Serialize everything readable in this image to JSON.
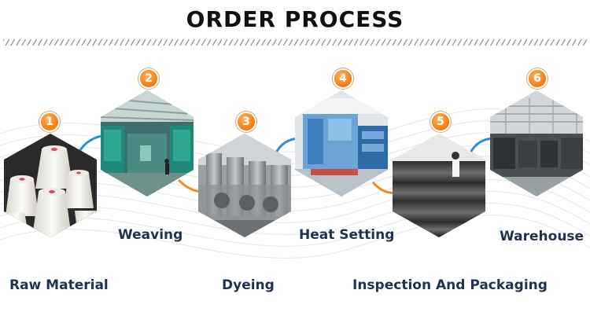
{
  "header": {
    "title": "ORDER PROCESS"
  },
  "steps": [
    {
      "number": "1",
      "label": "Raw Material",
      "image": "yarn-cones-photo"
    },
    {
      "number": "2",
      "label": "Weaving",
      "image": "weaving-machines-photo"
    },
    {
      "number": "3",
      "label": "Dyeing",
      "image": "dyeing-machines-photo"
    },
    {
      "number": "4",
      "label": "Heat Setting",
      "image": "heat-setting-machine-photo"
    },
    {
      "number": "5",
      "label": "Inspection And Packaging",
      "image": "inspection-rolls-photo"
    },
    {
      "number": "6",
      "label": "Warehouse",
      "image": "warehouse-photo"
    }
  ],
  "colors": {
    "badge": "#f07a10",
    "connector_blue": "#2a8fd4",
    "connector_orange": "#f08a1c",
    "label": "#1e3350"
  }
}
